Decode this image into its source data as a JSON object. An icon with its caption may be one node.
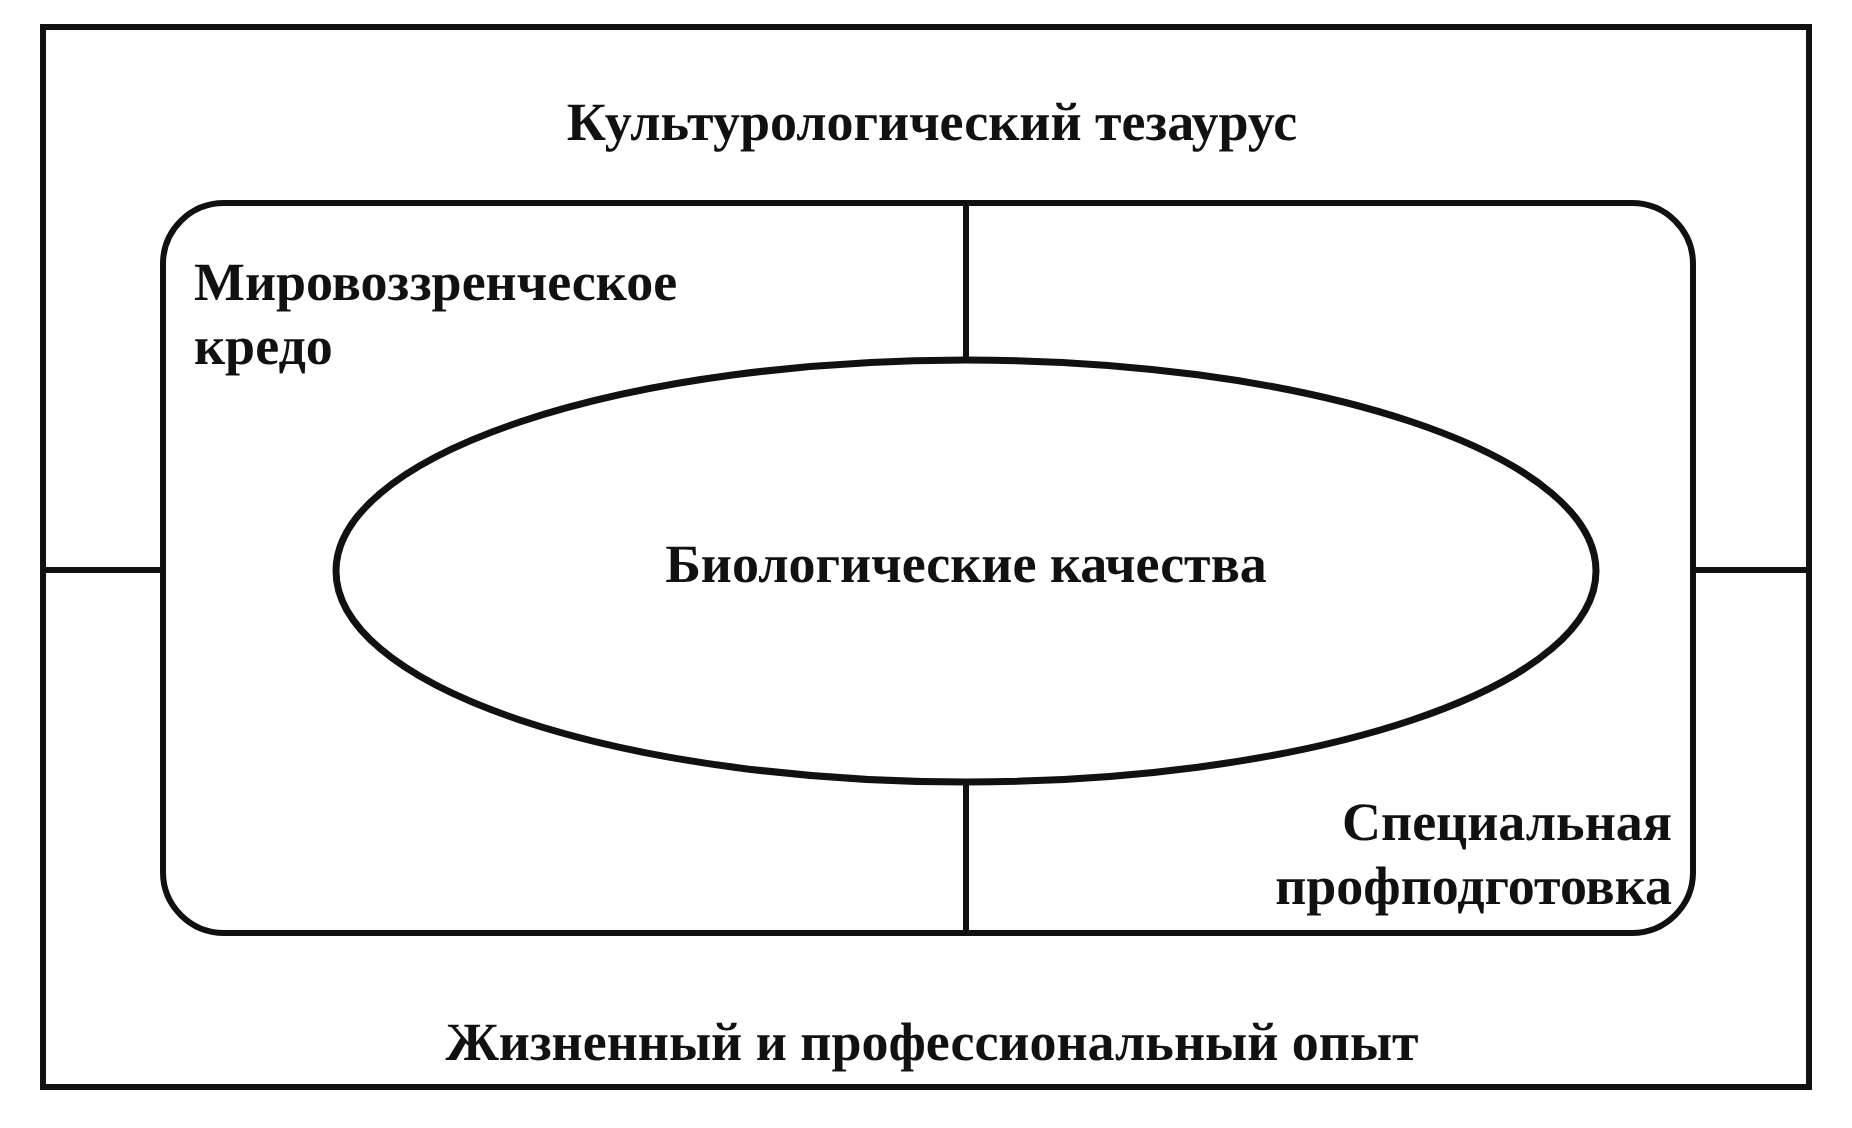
{
  "diagram": {
    "nodes": [
      {
        "text": [
          "Культурологический тезаурус",
          "Жизненный и профессиональный опыт"
        ]
      },
      {
        "text": [
          "Мировоззренческое кредо",
          "Специальная профподготовка"
        ],
        "in": 0
      },
      {
        "text": [
          "Биологические качества"
        ],
        "in": 1
      }
    ],
    "edges": [
      {
        "from": 1,
        "to": 2,
        "arrow": "none"
      },
      {
        "from": 2,
        "to": 1,
        "arrow": "none"
      },
      {
        "from": 0,
        "to": 1,
        "arrow": "none"
      },
      {
        "from": 1,
        "to": 0,
        "arrow": "none"
      }
    ]
  }
}
